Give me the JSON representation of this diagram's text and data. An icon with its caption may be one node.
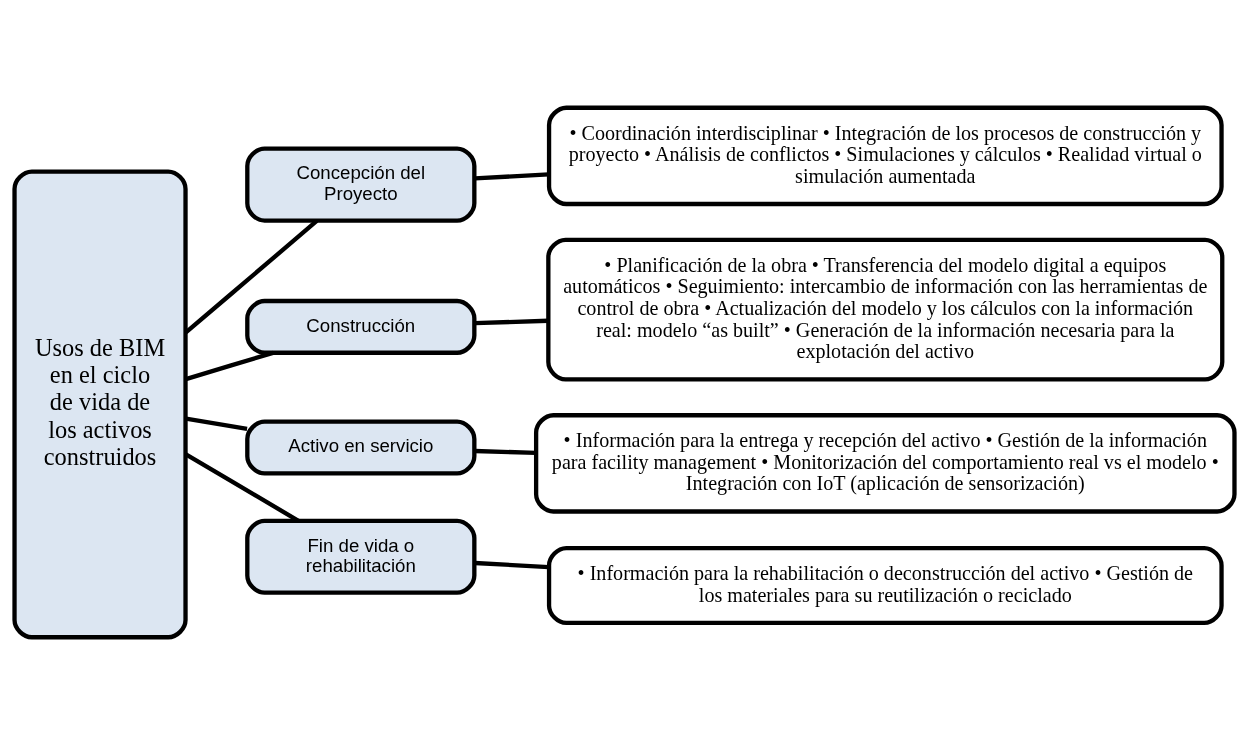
{
  "diagram": {
    "nodes": [
      {
        "text": [
          "Usos de BIM en el ciclo de vida de los activos construidos"
        ]
      },
      {
        "text": [
          "Concepción del Proyecto"
        ]
      },
      {
        "text": [
          "• Coordinación interdisciplinar • Integración de los procesos de construcción y proyecto • Análisis de conflictos • Simulaciones y cálculos • Realidad virtual o simulación aumentada"
        ]
      },
      {
        "text": [
          "Construcción"
        ]
      },
      {
        "text": [
          "• Planificación de la obra • Transferencia del modelo digital a equipos automáticos • Seguimiento: intercambio de información con las herramientas de control de obra • Actualización del modelo y los cálculos con la información real: modelo “as built” • Generación de la información necesaria para la explotación del activo"
        ]
      },
      {
        "text": [
          "Activo en servicio"
        ]
      },
      {
        "text": [
          "• Información para la entrega y recepción del activo • Gestión de la información para facility management • Monitorización del comportamiento real vs el modelo • Integración con IoT (aplicación de sensorización)"
        ]
      },
      {
        "text": [
          "Fin de vida o rehabilitación"
        ]
      },
      {
        "text": [
          "• Información para la rehabilitación o deconstrucción del activo • Gestión de los materiales para su reutilización o reciclado"
        ]
      }
    ],
    "edges": [
      {
        "from": 0,
        "to": 1,
        "arrow": "none"
      },
      {
        "from": 0,
        "to": 3,
        "arrow": "none"
      },
      {
        "from": 0,
        "to": 5,
        "arrow": "none"
      },
      {
        "from": 0,
        "to": 7,
        "arrow": "none"
      },
      {
        "from": 1,
        "to": 2,
        "arrow": "none"
      },
      {
        "from": 3,
        "to": 4,
        "arrow": "none"
      },
      {
        "from": 5,
        "to": 6,
        "arrow": "none"
      },
      {
        "from": 7,
        "to": 8,
        "arrow": "none"
      }
    ]
  }
}
